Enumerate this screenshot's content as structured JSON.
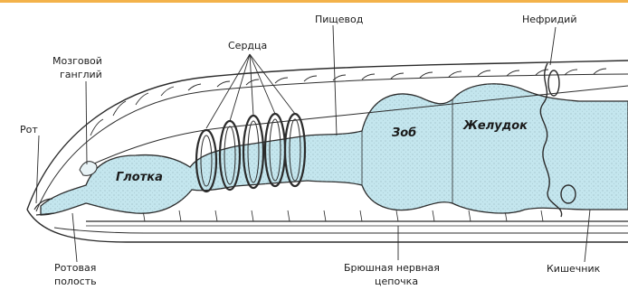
{
  "labels": {
    "mouth": "Рот",
    "brain_ganglion_1": "Мозговой",
    "brain_ganglion_2": "ганглий",
    "hearts": "Сердца",
    "esophagus": "Пищевод",
    "nephridium": "Нефридий",
    "pharynx": "Глотка",
    "crop": "Зоб",
    "gizzard": "Желудок",
    "oral_cavity_1": "Ротовая",
    "oral_cavity_2": "полость",
    "nerve_cord_1": "Брюшная нервная",
    "nerve_cord_2": "цепочка",
    "intestine": "Кишечник"
  },
  "colors": {
    "gut_fill": "#c4e6ee",
    "outline": "#2b2b2b",
    "accent_strip": "#f3b24a"
  }
}
